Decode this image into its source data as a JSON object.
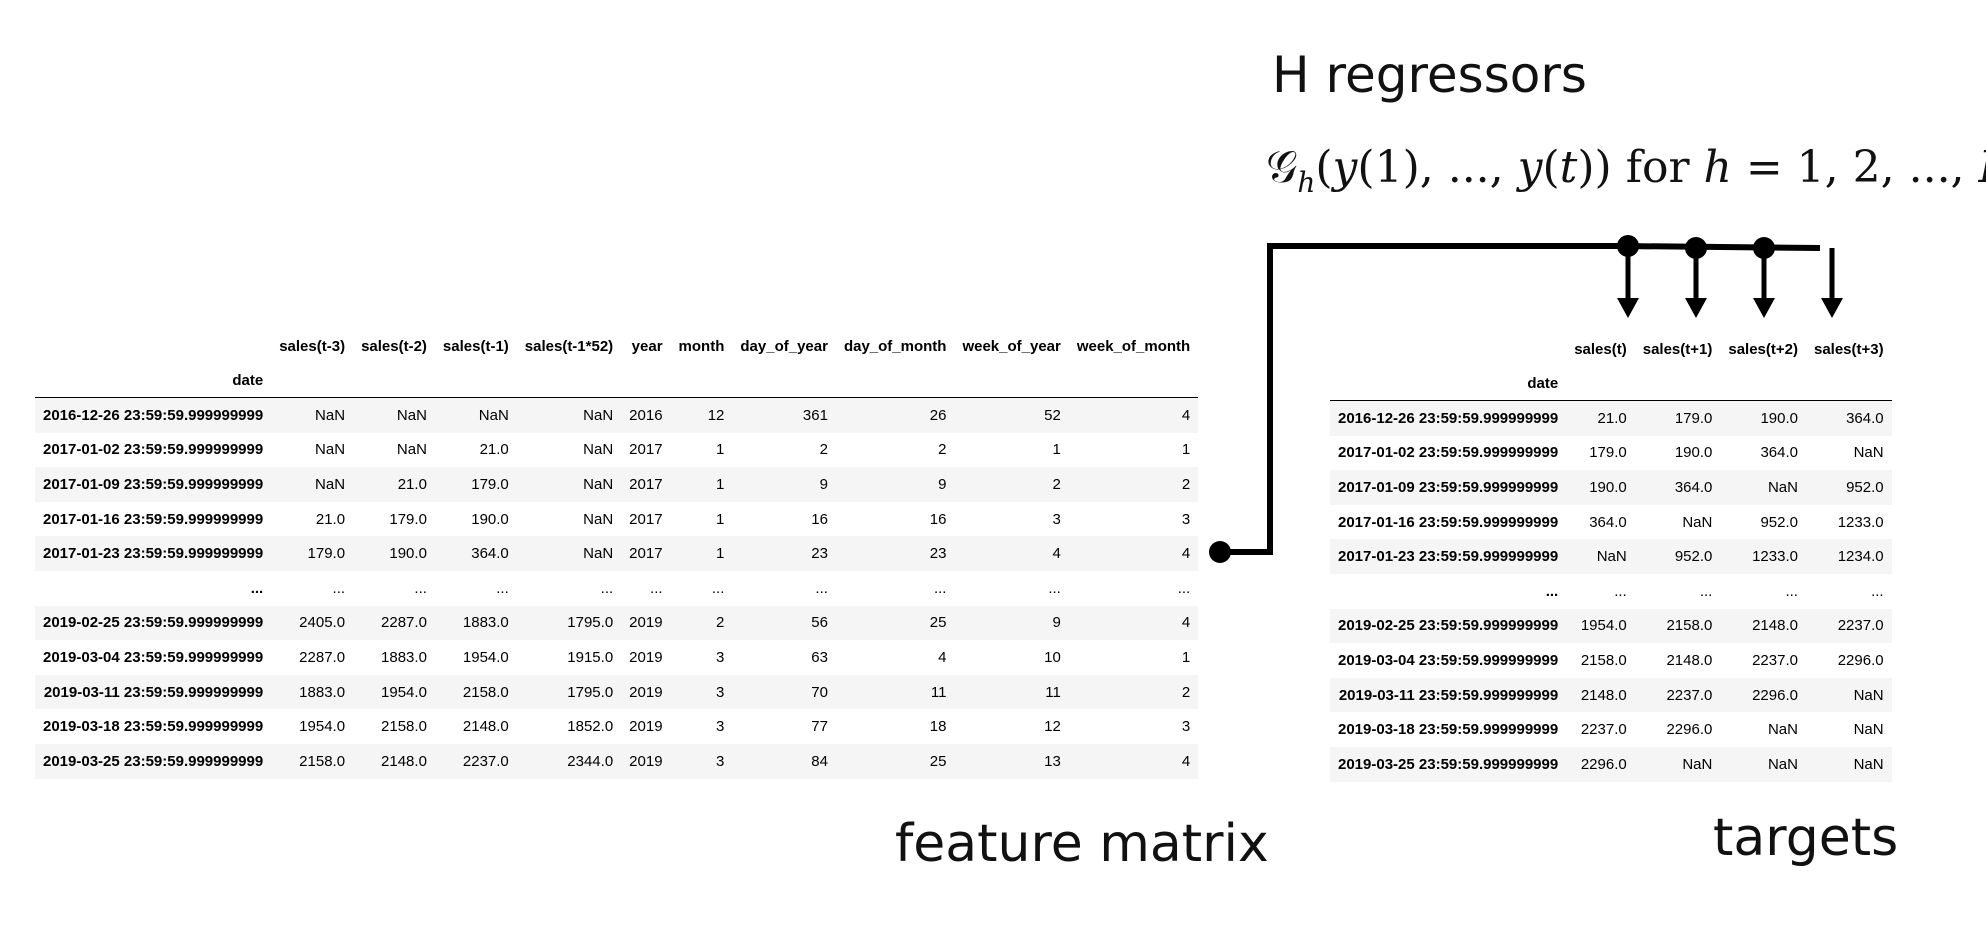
{
  "title": "H regressors",
  "formula": {
    "G": "𝒢",
    "h_sub": "h",
    "args_open": "(",
    "y1": "y",
    "one": "(1), ..., ",
    "yt": "y",
    "t_part": "(",
    "t_var": "t",
    "args_close": "))",
    "for_word": " for ",
    "h_var": "h",
    "eq": " = 1, 2, ..., ",
    "H_var": "H"
  },
  "feature_caption": "feature matrix",
  "targets_caption": "targets",
  "feature_matrix": {
    "index_name": "date",
    "columns": [
      "sales(t-3)",
      "sales(t-2)",
      "sales(t-1)",
      "sales(t-1*52)",
      "year",
      "month",
      "day_of_year",
      "day_of_month",
      "week_of_year",
      "week_of_month"
    ],
    "rows": [
      {
        "date": "2016-12-26 23:59:59.999999999",
        "values": [
          "NaN",
          "NaN",
          "NaN",
          "NaN",
          "2016",
          "12",
          "361",
          "26",
          "52",
          "4"
        ]
      },
      {
        "date": "2017-01-02 23:59:59.999999999",
        "values": [
          "NaN",
          "NaN",
          "21.0",
          "NaN",
          "2017",
          "1",
          "2",
          "2",
          "1",
          "1"
        ]
      },
      {
        "date": "2017-01-09 23:59:59.999999999",
        "values": [
          "NaN",
          "21.0",
          "179.0",
          "NaN",
          "2017",
          "1",
          "9",
          "9",
          "2",
          "2"
        ]
      },
      {
        "date": "2017-01-16 23:59:59.999999999",
        "values": [
          "21.0",
          "179.0",
          "190.0",
          "NaN",
          "2017",
          "1",
          "16",
          "16",
          "3",
          "3"
        ]
      },
      {
        "date": "2017-01-23 23:59:59.999999999",
        "values": [
          "179.0",
          "190.0",
          "364.0",
          "NaN",
          "2017",
          "1",
          "23",
          "23",
          "4",
          "4"
        ]
      },
      {
        "date": "...",
        "values": [
          "...",
          "...",
          "...",
          "...",
          "...",
          "...",
          "...",
          "...",
          "...",
          "..."
        ]
      },
      {
        "date": "2019-02-25 23:59:59.999999999",
        "values": [
          "2405.0",
          "2287.0",
          "1883.0",
          "1795.0",
          "2019",
          "2",
          "56",
          "25",
          "9",
          "4"
        ]
      },
      {
        "date": "2019-03-04 23:59:59.999999999",
        "values": [
          "2287.0",
          "1883.0",
          "1954.0",
          "1915.0",
          "2019",
          "3",
          "63",
          "4",
          "10",
          "1"
        ]
      },
      {
        "date": "2019-03-11 23:59:59.999999999",
        "values": [
          "1883.0",
          "1954.0",
          "2158.0",
          "1795.0",
          "2019",
          "3",
          "70",
          "11",
          "11",
          "2"
        ]
      },
      {
        "date": "2019-03-18 23:59:59.999999999",
        "values": [
          "1954.0",
          "2158.0",
          "2148.0",
          "1852.0",
          "2019",
          "3",
          "77",
          "18",
          "12",
          "3"
        ]
      },
      {
        "date": "2019-03-25 23:59:59.999999999",
        "values": [
          "2158.0",
          "2148.0",
          "2237.0",
          "2344.0",
          "2019",
          "3",
          "84",
          "25",
          "13",
          "4"
        ]
      }
    ]
  },
  "targets": {
    "index_name": "date",
    "columns": [
      "sales(t)",
      "sales(t+1)",
      "sales(t+2)",
      "sales(t+3)"
    ],
    "rows": [
      {
        "date": "2016-12-26 23:59:59.999999999",
        "values": [
          "21.0",
          "179.0",
          "190.0",
          "364.0"
        ]
      },
      {
        "date": "2017-01-02 23:59:59.999999999",
        "values": [
          "179.0",
          "190.0",
          "364.0",
          "NaN"
        ]
      },
      {
        "date": "2017-01-09 23:59:59.999999999",
        "values": [
          "190.0",
          "364.0",
          "NaN",
          "952.0"
        ]
      },
      {
        "date": "2017-01-16 23:59:59.999999999",
        "values": [
          "364.0",
          "NaN",
          "952.0",
          "1233.0"
        ]
      },
      {
        "date": "2017-01-23 23:59:59.999999999",
        "values": [
          "NaN",
          "952.0",
          "1233.0",
          "1234.0"
        ]
      },
      {
        "date": "...",
        "values": [
          "...",
          "...",
          "...",
          "..."
        ]
      },
      {
        "date": "2019-02-25 23:59:59.999999999",
        "values": [
          "1954.0",
          "2158.0",
          "2148.0",
          "2237.0"
        ]
      },
      {
        "date": "2019-03-04 23:59:59.999999999",
        "values": [
          "2158.0",
          "2148.0",
          "2237.0",
          "2296.0"
        ]
      },
      {
        "date": "2019-03-11 23:59:59.999999999",
        "values": [
          "2148.0",
          "2237.0",
          "2296.0",
          "NaN"
        ]
      },
      {
        "date": "2019-03-18 23:59:59.999999999",
        "values": [
          "2237.0",
          "2296.0",
          "NaN",
          "NaN"
        ]
      },
      {
        "date": "2019-03-25 23:59:59.999999999",
        "values": [
          "2296.0",
          "NaN",
          "NaN",
          "NaN"
        ]
      }
    ]
  },
  "colors": {
    "text": "#000000",
    "stripe": "#f5f5f5",
    "connector": "#000000"
  }
}
